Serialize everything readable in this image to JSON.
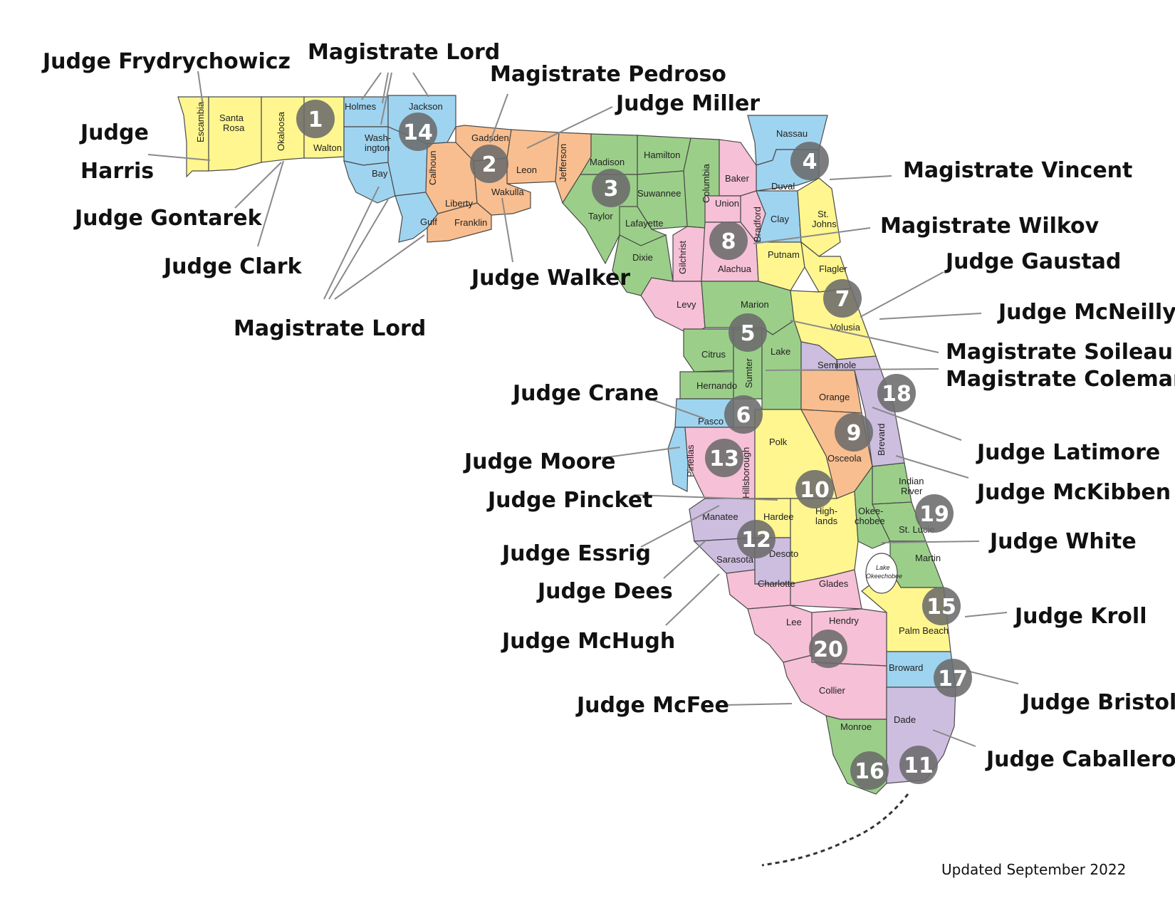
{
  "colors": {
    "yellow": "#FFF68F",
    "blue": "#9FD4F0",
    "orange": "#F9BE8F",
    "green": "#9BCF89",
    "pink": "#F6C0D6",
    "purple": "#CDBEE0"
  },
  "counties": {
    "escambia": "Escambia",
    "santa_rosa_1": "Santa",
    "santa_rosa_2": "Rosa",
    "okaloosa": "Okaloosa",
    "walton": "Walton",
    "holmes": "Holmes",
    "jackson": "Jackson",
    "washington_1": "Wash-",
    "washington_2": "ington",
    "bay": "Bay",
    "calhoun": "Calhoun",
    "gulf": "Gulf",
    "gadsden": "Gadsden",
    "leon": "Leon",
    "liberty": "Liberty",
    "wakulla": "Wakulla",
    "franklin": "Franklin",
    "jefferson": "Jefferson",
    "madison": "Madison",
    "hamilton": "Hamilton",
    "suwannee": "Suwannee",
    "columbia": "Columbia",
    "taylor": "Taylor",
    "lafayette": "Lafayette",
    "dixie": "Dixie",
    "baker": "Baker",
    "nassau": "Nassau",
    "duval": "Duval",
    "union": "Union",
    "bradford": "Bradford",
    "clay": "Clay",
    "st_johns_1": "St.",
    "st_johns_2": "Johns",
    "gilchrist": "Gilchrist",
    "alachua": "Alachua",
    "putnam": "Putnam",
    "flagler": "Flagler",
    "levy": "Levy",
    "marion": "Marion",
    "volusia": "Volusia",
    "citrus": "Citrus",
    "lake": "Lake",
    "sumter": "Sumter",
    "seminole": "Seminole",
    "hernando": "Hernando",
    "orange": "Orange",
    "pasco": "Pasco",
    "pinellas": "Pinellas",
    "hillsborough": "Hillsborough",
    "polk": "Polk",
    "osceola": "Osceola",
    "brevard": "Brevard",
    "indian_river_1": "Indian",
    "indian_river_2": "River",
    "manatee": "Manatee",
    "hardee": "Hardee",
    "highlands_1": "High-",
    "highlands_2": "lands",
    "okeechobee_1": "Okee-",
    "okeechobee_2": "chobee",
    "st_lucie": "St. Lucie",
    "sarasota": "Sarasota",
    "desoto": "Desoto",
    "martin": "Martin",
    "charlotte": "Charlotte",
    "glades": "Glades",
    "lake_okeechobee_1": "Lake",
    "lake_okeechobee_2": "Okeechobee",
    "palm_beach": "Palm Beach",
    "lee": "Lee",
    "hendry": "Hendry",
    "broward": "Broward",
    "collier": "Collier",
    "monroe": "Monroe",
    "dade": "Dade"
  },
  "circuits": [
    "1",
    "2",
    "3",
    "4",
    "5",
    "6",
    "7",
    "8",
    "9",
    "10",
    "11",
    "12",
    "13",
    "14",
    "15",
    "16",
    "17",
    "18",
    "19",
    "20"
  ],
  "labels": {
    "frydrychowicz": "Judge Frydrychowicz",
    "lord_top": "Magistrate Lord",
    "pedroso": "Magistrate Pedroso",
    "miller": "Judge Miller",
    "harris_1": "Judge",
    "harris_2": "Harris",
    "gontarek": "Judge Gontarek",
    "clark": "Judge Clark",
    "lord_bottom": "Magistrate Lord",
    "walker": "Judge Walker",
    "vincent": "Magistrate Vincent",
    "wilkov": "Magistrate Wilkov",
    "gaustad": "Judge Gaustad",
    "mcneilly": "Judge McNeilly",
    "soileau": "Magistrate Soileau",
    "coleman": "Magistrate Coleman",
    "crane": "Judge Crane",
    "latimore": "Judge Latimore",
    "moore": "Judge Moore",
    "mckibben": "Judge McKibben",
    "pincket": "Judge Pincket",
    "white": "Judge White",
    "essrig": "Judge Essrig",
    "dees": "Judge Dees",
    "kroll": "Judge Kroll",
    "mchugh": "Judge McHugh",
    "bristol": "Judge Bristol",
    "mcfee": "Judge McFee",
    "caballero": "Judge Caballero"
  },
  "footer": "Updated September 2022"
}
